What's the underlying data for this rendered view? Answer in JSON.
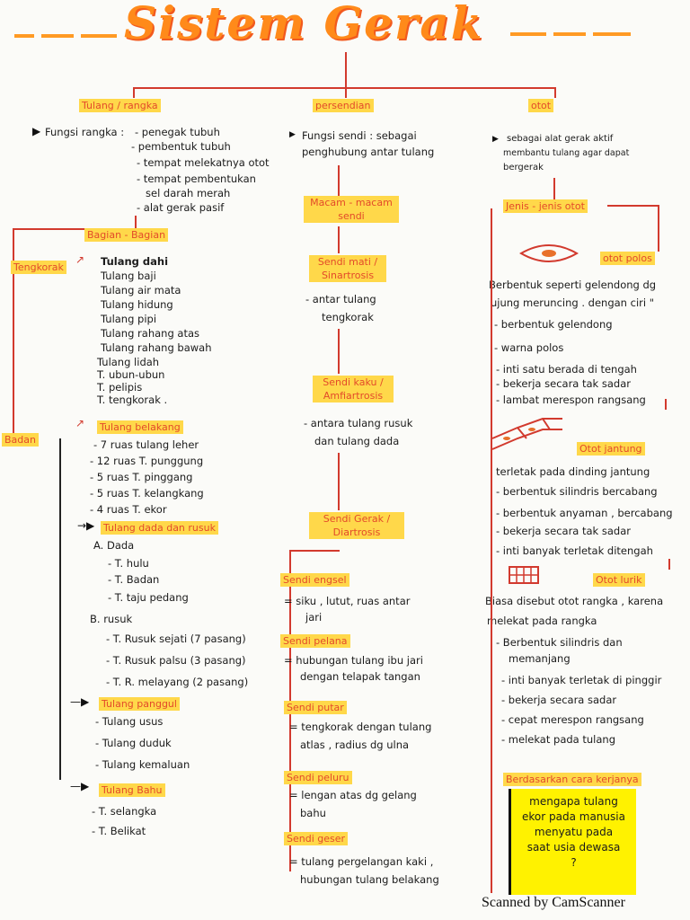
{
  "title": "Sistem Gerak",
  "columns": {
    "left": {
      "header": "Tulang / rangka",
      "fungsi_label": "Fungsi rangka :",
      "fungsi": [
        "- penegak tubuh",
        "- pembentuk tubuh",
        "- tempat melekatnya otot",
        "- tempat pembentukan",
        "sel darah merah",
        "- alat gerak pasif"
      ],
      "bagian_header": "Bagian - Bagian",
      "tengkorak_label": "Tengkorak",
      "tengkorak": [
        "Tulang dahi",
        "Tulang baji",
        "Tulang air mata",
        "Tulang hidung",
        "Tulang pipi",
        "Tulang rahang atas",
        "Tulang rahang bawah",
        "Tulang lidah",
        "T. ubun-ubun",
        "T. pelipis",
        "T. tengkorak ."
      ],
      "badan_label": "Badan",
      "belakang_header": "Tulang belakang",
      "belakang": [
        "- 7 ruas tulang leher",
        "- 12 ruas T. punggung",
        "- 5 ruas T. pinggang",
        "- 5 ruas T. kelangkang",
        "- 4 ruas T. ekor"
      ],
      "dada_header": "Tulang dada dan rusuk",
      "dada_a": "A. Dada",
      "dada": [
        "- T. hulu",
        "- T. Badan",
        "- T. taju pedang"
      ],
      "rusuk_b": "B. rusuk",
      "rusuk": [
        "- T. Rusuk sejati (7 pasang)",
        "- T. Rusuk palsu (3 pasang)",
        "- T. R. melayang (2 pasang)"
      ],
      "panggul_header": "Tulang panggul",
      "panggul": [
        "- Tulang usus",
        "- Tulang duduk",
        "- Tulang kemaluan"
      ],
      "bahu_header": "Tulang Bahu",
      "bahu": [
        "- T. selangka",
        "- T. Belikat"
      ]
    },
    "middle": {
      "header": "persendian",
      "fungsi": [
        "Fungsi sendi : sebagai",
        "penghubung antar tulang"
      ],
      "macam_header": "Macam - macam sendi",
      "sendi_mati_header": "Sendi mati / Sinartrosis",
      "sendi_mati": [
        "- antar tulang",
        "tengkorak"
      ],
      "sendi_kaku_header": "Sendi kaku / Amfiartrosis",
      "sendi_kaku": [
        "- antara tulang rusuk",
        "dan tulang dada"
      ],
      "sendi_gerak_header": "Sendi Gerak / Diartrosis",
      "engsel_header": "Sendi engsel",
      "engsel": [
        "= siku , lutut, ruas antar",
        "jari"
      ],
      "pelana_header": "Sendi pelana",
      "pelana": [
        "= hubungan tulang ibu jari",
        "dengan telapak tangan"
      ],
      "putar_header": "Sendi putar",
      "putar": [
        "= tengkorak dengan tulang",
        "atlas , radius dg ulna"
      ],
      "peluru_header": "Sendi peluru",
      "peluru": [
        "= lengan atas dg gelang",
        "bahu"
      ],
      "geser_header": "Sendi geser",
      "geser": [
        "= tulang pergelangan kaki ,",
        "hubungan tulang belakang"
      ]
    },
    "right": {
      "header": "otot",
      "desc": [
        "sebagai alat gerak aktif",
        "membantu tulang agar dapat",
        "bergerak"
      ],
      "jenis_header": "Jenis - jenis otot",
      "polos_header": "otot polos",
      "polos": [
        "Berbentuk seperti gelendong dg",
        "ujung meruncing . dengan ciri \"",
        "- berbentuk gelendong",
        "- warna polos",
        "- inti satu berada di tengah",
        "- bekerja secara tak sadar",
        "- lambat merespon rangsang"
      ],
      "jantung_header": "Otot jantung",
      "jantung": [
        "terletak pada dinding jantung",
        "- berbentuk silindris bercabang",
        "- berbentuk anyaman , bercabang",
        "- bekerja secara tak sadar",
        "- inti banyak terletak ditengah"
      ],
      "lurik_header": "Otot lurik",
      "lurik": [
        "Biasa disebut otot rangka , karena",
        "melekat pada rangka",
        "- Berbentuk silindris dan",
        "memanjang",
        "- inti banyak terletak di pinggir",
        "- bekerja secara sadar",
        "- cepat merespon rangsang",
        "- melekat pada tulang"
      ],
      "kerja_header": "Berdasarkan cara kerjanya",
      "note": [
        "mengapa tulang",
        "ekor pada manusia",
        "menyatu pada",
        "saat usia dewasa",
        "?"
      ]
    }
  },
  "footer": "Scanned by CamScanner",
  "colors": {
    "highlight": "#ffd84a",
    "ink_red": "#e34a2a",
    "line_red": "#d23a2e",
    "title_orange": "#ff8a1a",
    "note_yellow": "#fff200"
  }
}
